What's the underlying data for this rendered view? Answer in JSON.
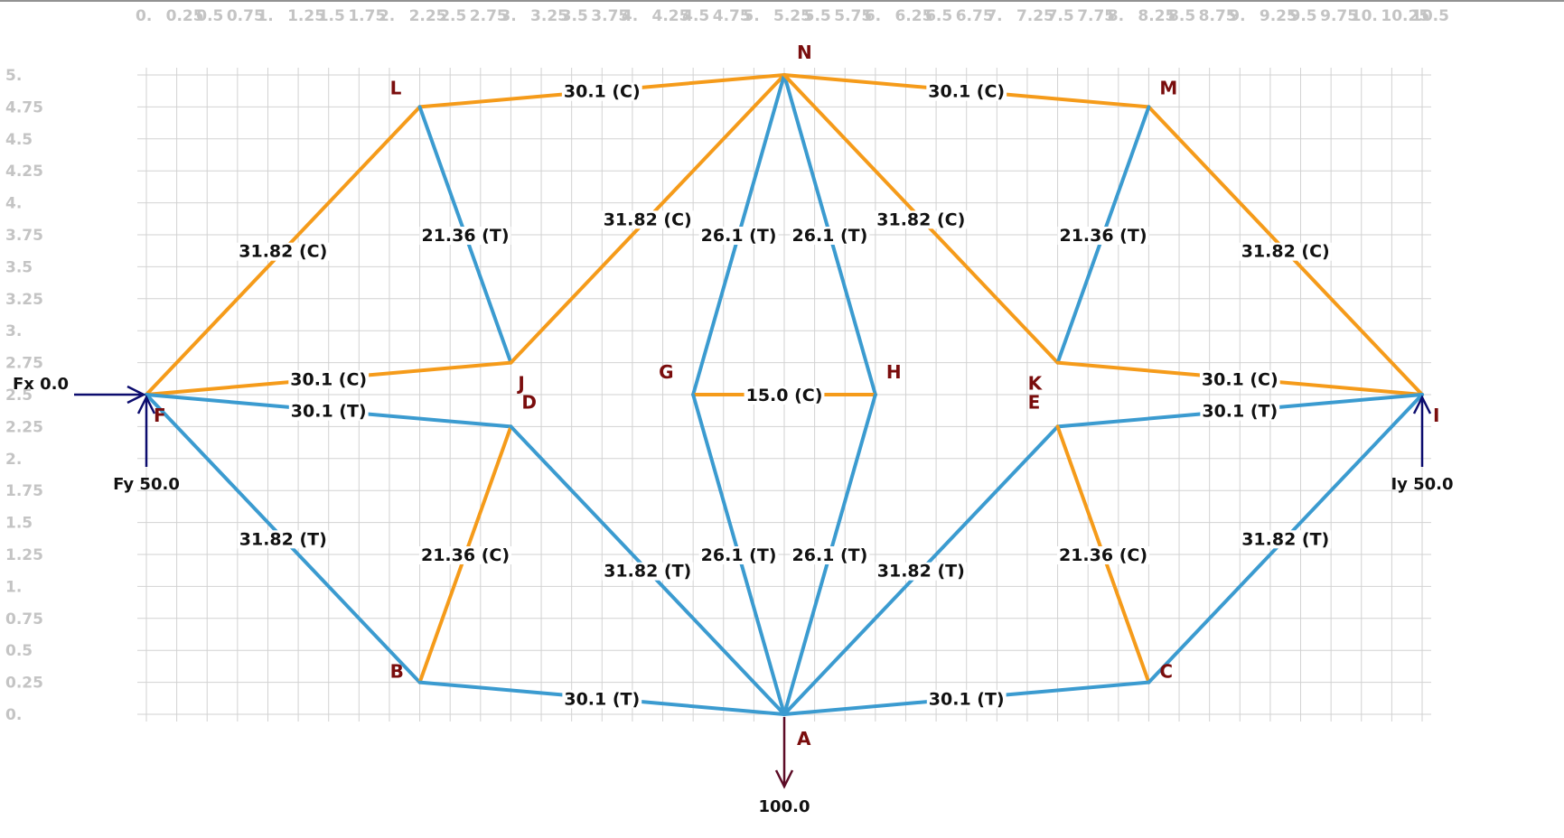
{
  "x_axis": {
    "tick_labels": [
      "0.",
      "0.25",
      "0.5",
      "0.75",
      "1.",
      "1.25",
      "1.5",
      "1.75",
      "2.",
      "2.25",
      "2.5",
      "2.75",
      "3.",
      "3.25",
      "3.5",
      "3.75",
      "4.",
      "4.25",
      "4.5",
      "4.75",
      "5.",
      "5.25",
      "5.5",
      "5.75",
      "6.",
      "6.25",
      "6.5",
      "6.75",
      "7.",
      "7.25",
      "7.5",
      "7.75",
      "8.",
      "8.25",
      "8.5",
      "8.75",
      "9.",
      "9.25",
      "9.5",
      "9.75",
      "10.",
      "10.25",
      "10.5"
    ],
    "min": 0,
    "max": 10.5,
    "step": 0.25
  },
  "y_axis": {
    "tick_labels": [
      "0.",
      "0.25",
      "0.5",
      "0.75",
      "1.",
      "1.25",
      "1.5",
      "1.75",
      "2.",
      "2.25",
      "2.5",
      "2.75",
      "3.",
      "3.25",
      "3.5",
      "3.75",
      "4.",
      "4.25",
      "4.5",
      "4.75",
      "5."
    ],
    "min": 0,
    "max": 5,
    "step": 0.25
  },
  "grid": true,
  "colors": {
    "tension": "#3b9bd0",
    "compression": "#f59b1a",
    "node_label": "#7a0d0d",
    "support_force": "#0c0c6e",
    "applied_load": "#5c0b26",
    "tick_label": "#c4c4c4",
    "grid": "#d2d2d2"
  },
  "nodes": [
    {
      "id": "A",
      "x": 5.25,
      "y": 0.0
    },
    {
      "id": "B",
      "x": 2.25,
      "y": 0.25
    },
    {
      "id": "C",
      "x": 8.25,
      "y": 0.25
    },
    {
      "id": "D",
      "x": 3.0,
      "y": 2.25
    },
    {
      "id": "E",
      "x": 7.5,
      "y": 2.25
    },
    {
      "id": "F",
      "x": 0.0,
      "y": 2.5
    },
    {
      "id": "G",
      "x": 4.5,
      "y": 2.5
    },
    {
      "id": "H",
      "x": 6.0,
      "y": 2.5
    },
    {
      "id": "I",
      "x": 10.5,
      "y": 2.5
    },
    {
      "id": "J",
      "x": 3.0,
      "y": 2.75
    },
    {
      "id": "K",
      "x": 7.5,
      "y": 2.75
    },
    {
      "id": "L",
      "x": 2.25,
      "y": 4.75
    },
    {
      "id": "M",
      "x": 8.25,
      "y": 4.75
    },
    {
      "id": "N",
      "x": 5.25,
      "y": 5.0
    }
  ],
  "members": [
    {
      "from": "F",
      "to": "L",
      "label": "31.82 (C)",
      "kind": "compression"
    },
    {
      "from": "L",
      "to": "N",
      "label": "30.1 (C)",
      "kind": "compression"
    },
    {
      "from": "N",
      "to": "M",
      "label": "30.1 (C)",
      "kind": "compression"
    },
    {
      "from": "M",
      "to": "I",
      "label": "31.82 (C)",
      "kind": "compression"
    },
    {
      "from": "L",
      "to": "J",
      "label": "21.36 (T)",
      "kind": "tension"
    },
    {
      "from": "J",
      "to": "N",
      "label": "31.82 (C)",
      "kind": "compression"
    },
    {
      "from": "N",
      "to": "G",
      "label": "26.1 (T)",
      "kind": "tension"
    },
    {
      "from": "N",
      "to": "H",
      "label": "26.1 (T)",
      "kind": "tension"
    },
    {
      "from": "N",
      "to": "K",
      "label": "31.82 (C)",
      "kind": "compression"
    },
    {
      "from": "M",
      "to": "K",
      "label": "21.36 (T)",
      "kind": "tension"
    },
    {
      "from": "F",
      "to": "J",
      "label": "30.1 (C)",
      "kind": "compression"
    },
    {
      "from": "K",
      "to": "I",
      "label": "30.1 (C)",
      "kind": "compression"
    },
    {
      "from": "G",
      "to": "H",
      "label": "15.0 (C)",
      "kind": "compression"
    },
    {
      "from": "F",
      "to": "D",
      "label": "30.1 (T)",
      "kind": "tension"
    },
    {
      "from": "E",
      "to": "I",
      "label": "30.1 (T)",
      "kind": "tension"
    },
    {
      "from": "F",
      "to": "B",
      "label": "31.82 (T)",
      "kind": "tension"
    },
    {
      "from": "D",
      "to": "B",
      "label": "21.36 (C)",
      "kind": "compression"
    },
    {
      "from": "D",
      "to": "A",
      "label": "31.82 (T)",
      "kind": "tension"
    },
    {
      "from": "G",
      "to": "A",
      "label": "26.1 (T)",
      "kind": "tension"
    },
    {
      "from": "H",
      "to": "A",
      "label": "26.1 (T)",
      "kind": "tension"
    },
    {
      "from": "E",
      "to": "A",
      "label": "31.82 (T)",
      "kind": "tension"
    },
    {
      "from": "E",
      "to": "C",
      "label": "21.36 (C)",
      "kind": "compression"
    },
    {
      "from": "C",
      "to": "I",
      "label": "31.82 (T)",
      "kind": "tension"
    },
    {
      "from": "B",
      "to": "A",
      "label": "30.1 (T)",
      "kind": "tension"
    },
    {
      "from": "A",
      "to": "C",
      "label": "30.1 (T)",
      "kind": "tension"
    }
  ],
  "forces": [
    {
      "node": "F",
      "label": "Fx 0.0",
      "direction": "right",
      "kind": "support"
    },
    {
      "node": "F",
      "label": "Fy 50.0",
      "direction": "up",
      "kind": "support"
    },
    {
      "node": "I",
      "label": "Iy 50.0",
      "direction": "up",
      "kind": "support"
    },
    {
      "node": "A",
      "label": "100.0",
      "direction": "down",
      "kind": "load"
    }
  ]
}
